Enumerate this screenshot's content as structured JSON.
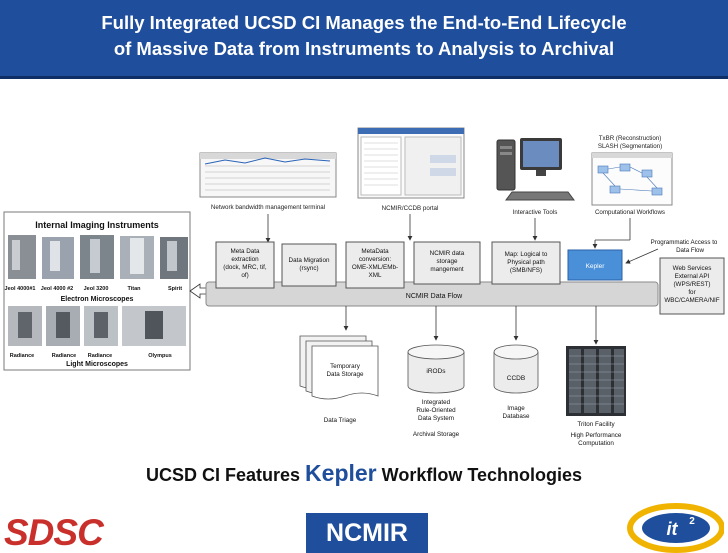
{
  "title": {
    "line1": "Fully Integrated UCSD CI Manages the End-to-End Lifecycle",
    "line2": "of Massive Data from Instruments to Analysis to Archival"
  },
  "instruments": {
    "header": "Internal Imaging Instruments",
    "em_labels": [
      "Jeol 4000#1",
      "Jeol 4000 #2",
      "Jeol 3200",
      "Titan",
      "Spirit"
    ],
    "em_caption": "Electron Microscopes",
    "lm_labels": [
      "Radiance",
      "Radiance",
      "Radiance",
      "Olympus"
    ],
    "lm_caption": "Light Microscopes"
  },
  "top_captions": {
    "network": "Network bandwidth management terminal",
    "portal": "NCMIR/CCDB portal",
    "tools": "Interactive Tools",
    "workflows": "Computational Workflows",
    "txbr_line1": "TxBR (Reconstruction)",
    "txbr_line2": "SLASH (Segmentation)"
  },
  "flow_boxes": {
    "metadata": [
      "Meta Data",
      "extraction",
      "(dock, MRC, tif,",
      "of)"
    ],
    "migration": [
      "Data Migration",
      "(rsync)"
    ],
    "conversion": [
      "MetaData",
      "conversion:",
      "OME-XML/EMb-",
      "XML"
    ],
    "storage_mgmt": [
      "NCMIR data",
      "storage",
      "mangement"
    ],
    "map": [
      "Map: Logical to",
      "Physical path",
      "(SMB/NFS)"
    ],
    "kepler": "Kepler"
  },
  "dataflow_label": "NCMIR Data Flow",
  "programmatic_access": [
    "Programmatic Access to",
    "Data Flow"
  ],
  "web_services": [
    "Web Services",
    "External API",
    "(WPS/REST)",
    "for",
    "WBC/CAMERA/NIF"
  ],
  "storage": {
    "temp": [
      "Temporary",
      "Data Storage"
    ],
    "triage": "Data Triage",
    "irods": "iRODs",
    "irods_caption": [
      "Integrated",
      "Rule-Oriented",
      "Data System"
    ],
    "archival": "Archival Storage",
    "ccdb": "CCDB",
    "ccdb_caption": [
      "Image",
      "Database"
    ],
    "triton": "Triton Facility",
    "hpc": [
      "High Performance",
      "Computation"
    ]
  },
  "bottom": {
    "prefix": "UCSD CI Features",
    "kepler": "Kepler",
    "suffix": "Workflow Technologies"
  },
  "logos": {
    "sdsc": "SDSC",
    "ncmir": "NCMIR",
    "it2": "it2"
  },
  "colors": {
    "title_bg": "#1f4e9c",
    "kepler_box": "#4a90d9",
    "dataflow_bar": "#d6d6d6",
    "box_bg": "#ececec"
  }
}
